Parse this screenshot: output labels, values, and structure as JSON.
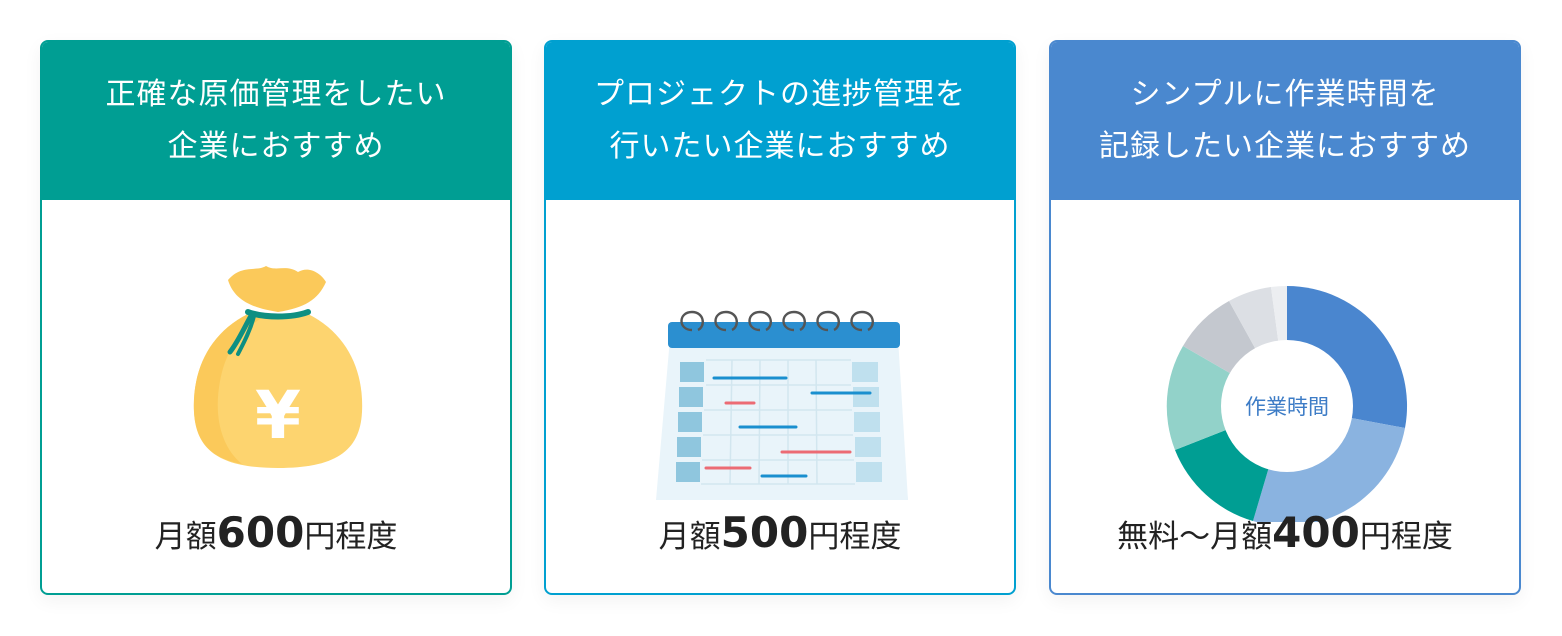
{
  "colors": {
    "green": "#009e93",
    "sky": "#00a0d0",
    "blue": "#4a88cf"
  },
  "cards": [
    {
      "header": [
        "正確な原価管理をしたい",
        "企業におすすめ"
      ],
      "icon": "money-bag-yen-icon",
      "yen_symbol": "¥",
      "price_prefix": "月額",
      "price_number": "600",
      "price_suffix": "円程度"
    },
    {
      "header": [
        "プロジェクトの進捗管理を",
        "行いたい企業におすすめ"
      ],
      "icon": "calendar-gantt-icon",
      "price_prefix": "月額",
      "price_number": "500",
      "price_suffix": "円程度"
    },
    {
      "header": [
        "シンプルに作業時間を",
        "記録したい企業におすすめ"
      ],
      "icon": "donut-chart-icon",
      "donut_label": "作業時間",
      "price_prefix": "無料〜月額",
      "price_number": "400",
      "price_suffix": "円程度"
    }
  ]
}
